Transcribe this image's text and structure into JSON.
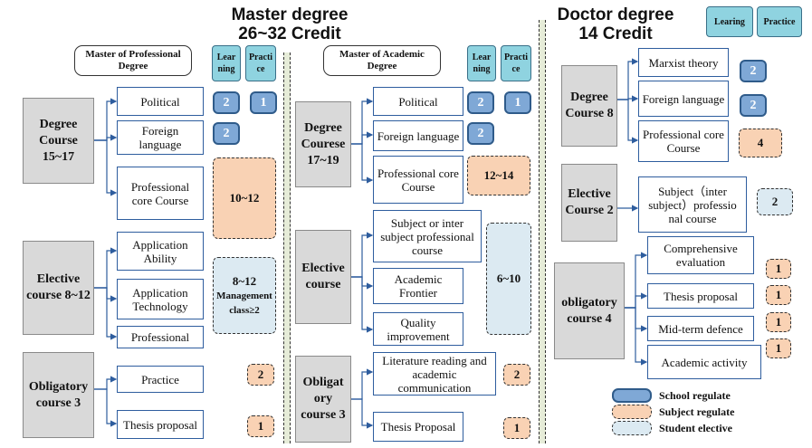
{
  "master": {
    "title": "Master degree",
    "credit": "26~32 Credit",
    "professional": {
      "header": "Master of Professional Degree",
      "tab_learning": "Lear ning",
      "tab_practice": "Practi ce",
      "degree_course": "Degree Course 15~17",
      "political": "Political",
      "foreign": "Foreign language",
      "core": "Professional core Course",
      "badge_political_learning": "2",
      "badge_political_practice": "1",
      "badge_foreign": "2",
      "badge_core": "10~12",
      "elective_course": "Elective course 8~12",
      "app_ability": "Application Ability",
      "app_tech": "Application Technology",
      "professional_item": "Professional",
      "badge_elective": "8~12",
      "badge_elective_note1": "Management",
      "badge_elective_note2": "class≥2",
      "obligatory_course": "Obligatory course 3",
      "practice": "Practice",
      "thesis": "Thesis proposal",
      "badge_practice": "2",
      "badge_thesis": "1"
    },
    "academic": {
      "header": "Master of Academic Degree",
      "tab_learning": "Lear ning",
      "tab_practice": "Practi ce",
      "degree_course": "Degree Courese 17~19",
      "political": "Political",
      "foreign": "Foreign language",
      "core": "Professional core Course",
      "badge_political_learning": "2",
      "badge_political_practice": "1",
      "badge_foreign": "2",
      "badge_core": "12~14",
      "elective_course": "Elective course",
      "subject": "Subject or inter subject professional course",
      "frontier": "Academic Frontier",
      "quality": "Quality improvement",
      "badge_elective": "6~10",
      "obligatory_course": "Obligat ory course 3",
      "literature": "Literature reading and academic communication",
      "thesis": "Thesis Proposal",
      "badge_literature": "2",
      "badge_thesis": "1"
    }
  },
  "doctor": {
    "title": "Doctor degree",
    "credit": "14 Credit",
    "tab_learning": "Learing",
    "tab_practice": "Practice",
    "degree_course": "Degree Course 8",
    "marxist": "Marxist theory",
    "foreign": "Foreign language",
    "core": "Professional core Course",
    "badge_marxist": "2",
    "badge_foreign": "2",
    "badge_core": "4",
    "elective_course": "Elective Course 2",
    "subject": "Subject（inter subject）professio nal course",
    "badge_subject": "2",
    "obligatory_course": "obligatory course 4",
    "comprehensive": "Comprehensive evaluation",
    "thesis": "Thesis proposal",
    "midterm": "Mid-term defence",
    "activity": "Academic activity",
    "badge_comprehensive": "1",
    "badge_thesis": "1",
    "badge_midterm": "1",
    "badge_activity": "1"
  },
  "legend": {
    "school": "School regulate",
    "subject": "Subject regulate",
    "student": "Student elective"
  },
  "colors": {
    "school": "#7fa8d6",
    "subject": "#f9d2b4",
    "student": "#dceaf2",
    "category": "#d9d9d9",
    "tab": "#8fd3e0",
    "separator": "#e6ecd8"
  }
}
